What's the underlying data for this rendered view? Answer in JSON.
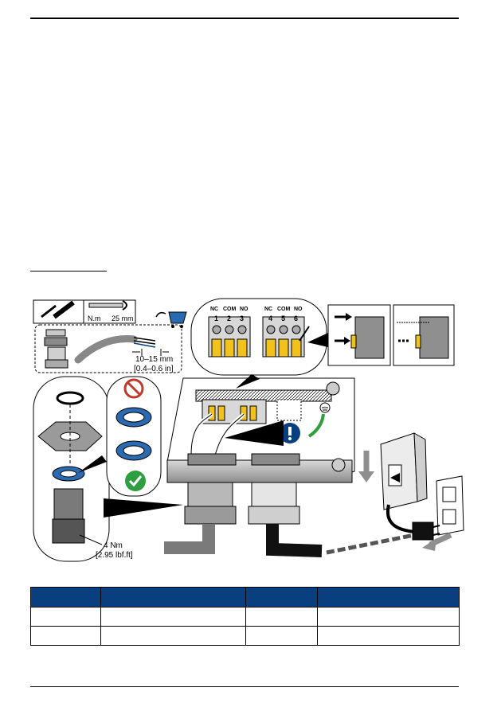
{
  "illustration": {
    "tool": {
      "torque_unit": "N.m",
      "wrench_size": "25 mm"
    },
    "strip_length": {
      "metric": "10–15 mm",
      "imperial": "[0.4–0.6 in]"
    },
    "relay_blocks": [
      {
        "labels": [
          "NC",
          "COM",
          "NO"
        ],
        "numbers": [
          "1",
          "2",
          "3"
        ]
      },
      {
        "labels": [
          "NC",
          "COM",
          "NO"
        ],
        "numbers": [
          "4",
          "5",
          "6"
        ]
      }
    ],
    "torque_spec": {
      "metric": "4 Nm",
      "imperial": "[2.95 lbf.ft]"
    },
    "icons": [
      "wrench-icon",
      "cart-icon",
      "prohibited-icon",
      "check-icon",
      "info-icon",
      "ground-icon"
    ]
  },
  "table": {
    "columns": [
      "",
      "",
      "",
      ""
    ],
    "rows": [
      [
        "",
        "",
        "",
        ""
      ],
      [
        "",
        "",
        "",
        ""
      ]
    ],
    "header_color": "#0a3f7f"
  }
}
